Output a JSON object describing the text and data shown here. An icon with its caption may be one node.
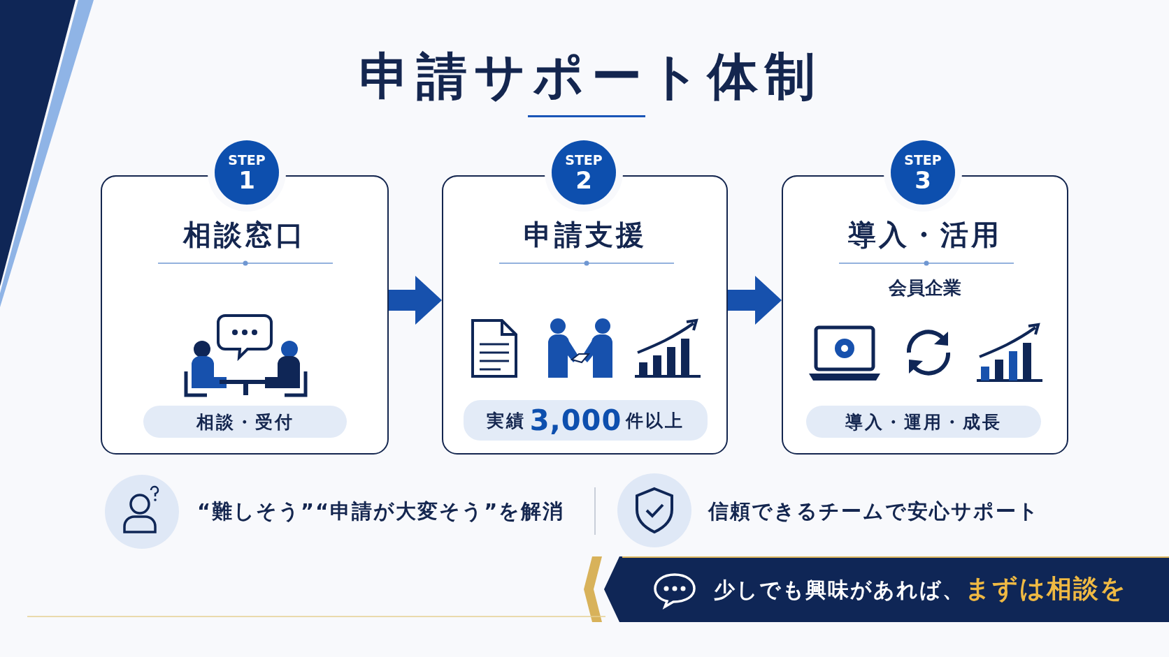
{
  "diagram": {
    "title": "申請サポート体制",
    "nodes": [
      {
        "text": [
          "相談窓口"
        ]
      },
      {
        "text": [
          "STEP",
          "1"
        ]
      },
      {
        "text": [
          "相談・受付"
        ],
        "in": 0
      },
      {
        "text": [
          "申請支援"
        ]
      },
      {
        "text": [
          "STEP",
          "2"
        ]
      },
      {
        "text": [
          "実績**3,000**件以上"
        ],
        "in": 3
      },
      {
        "text": [
          "導入・活用",
          "会員企業"
        ]
      },
      {
        "text": [
          "STEP",
          "3"
        ]
      },
      {
        "text": [
          "導入・運用・成長"
        ],
        "in": 6
      },
      {
        "text": [
          "少しでも興味があれば、**まずは相談を**"
        ]
      }
    ],
    "edges": [
      {
        "from": 0,
        "to": 3,
        "arrow": "to"
      },
      {
        "from": 3,
        "to": 6,
        "arrow": "to"
      }
    ],
    "labels": [
      "“難しそう”“申請が大変そう”を解消",
      "信頼できるチームで安心サポート"
    ]
  }
}
